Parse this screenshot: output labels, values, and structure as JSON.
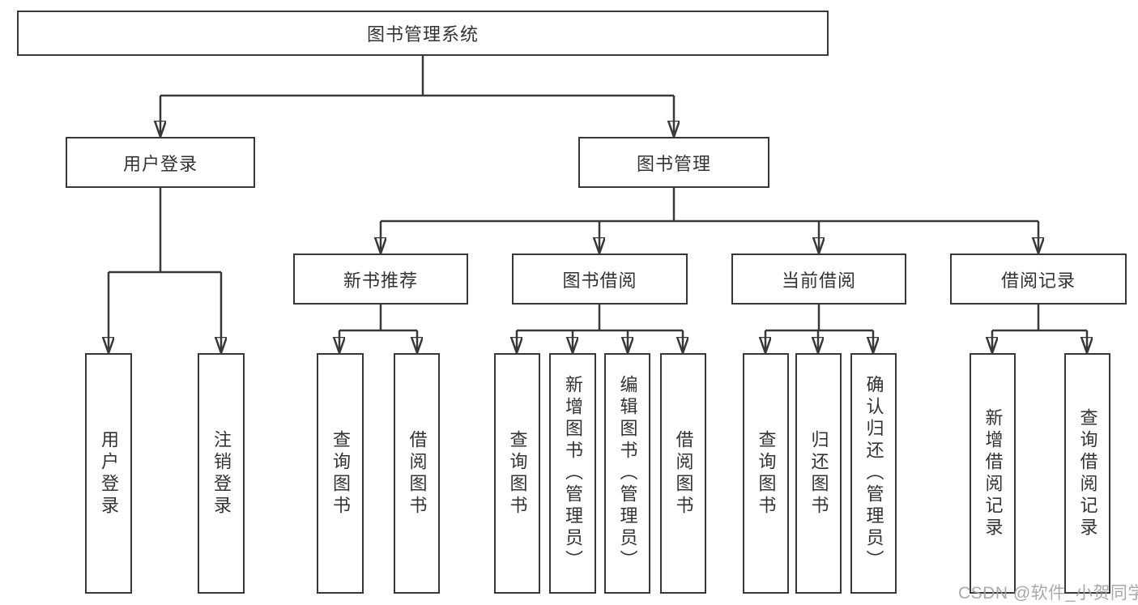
{
  "diagram_title": "图书管理系统",
  "nodes": {
    "root": "图书管理系统",
    "level2": [
      "用户登录",
      "图书管理"
    ],
    "level3": [
      "新书推荐",
      "图书借阅",
      "当前借阅",
      "借阅记录"
    ],
    "user_login_children": [
      "用户登录",
      "注销登录"
    ],
    "new_book_children": [
      "查询图书",
      "借阅图书"
    ],
    "book_borrow_children": [
      "查询图书",
      "新增图书（管理员）",
      "编辑图书（管理员）",
      "借阅图书"
    ],
    "current_borrow_children": [
      "查询图书",
      "归还图书",
      "确认归还（管理员）"
    ],
    "borrow_record_children": [
      "新增借阅记录",
      "查询借阅记录"
    ]
  },
  "watermark": "CSDN @软件_小贺同学",
  "colors": {
    "line": "#383838",
    "box_border": "#383838",
    "text": "#333333",
    "background": "#ffffff",
    "watermark": "#a2a2a2"
  }
}
